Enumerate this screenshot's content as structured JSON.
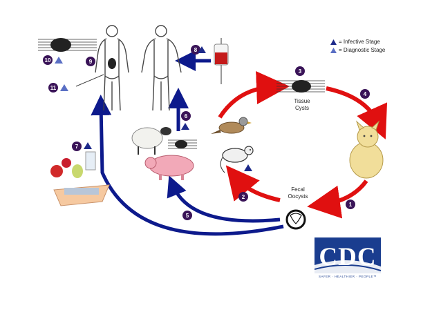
{
  "legend": {
    "infective": "= Infective Stage",
    "diagnostic": "= Diagnostic Stage"
  },
  "labels": {
    "tissue_cysts": "Tissue\nCysts",
    "fecal_oocysts": "Fecal\nOocysts"
  },
  "steps": [
    "1",
    "2",
    "3",
    "4",
    "5",
    "6",
    "7",
    "8",
    "9",
    "10",
    "11"
  ],
  "logo": {
    "text": "CDC",
    "tagline": "SAFER · HEALTHIER · PEOPLE™"
  },
  "colors": {
    "blue_arrow": "#0d1a8c",
    "red_arrow": "#e01010",
    "step_circle": "#3a1458",
    "infective_triangle": "#1d2a8a",
    "diagnostic_triangle": "#5a6fc4"
  }
}
